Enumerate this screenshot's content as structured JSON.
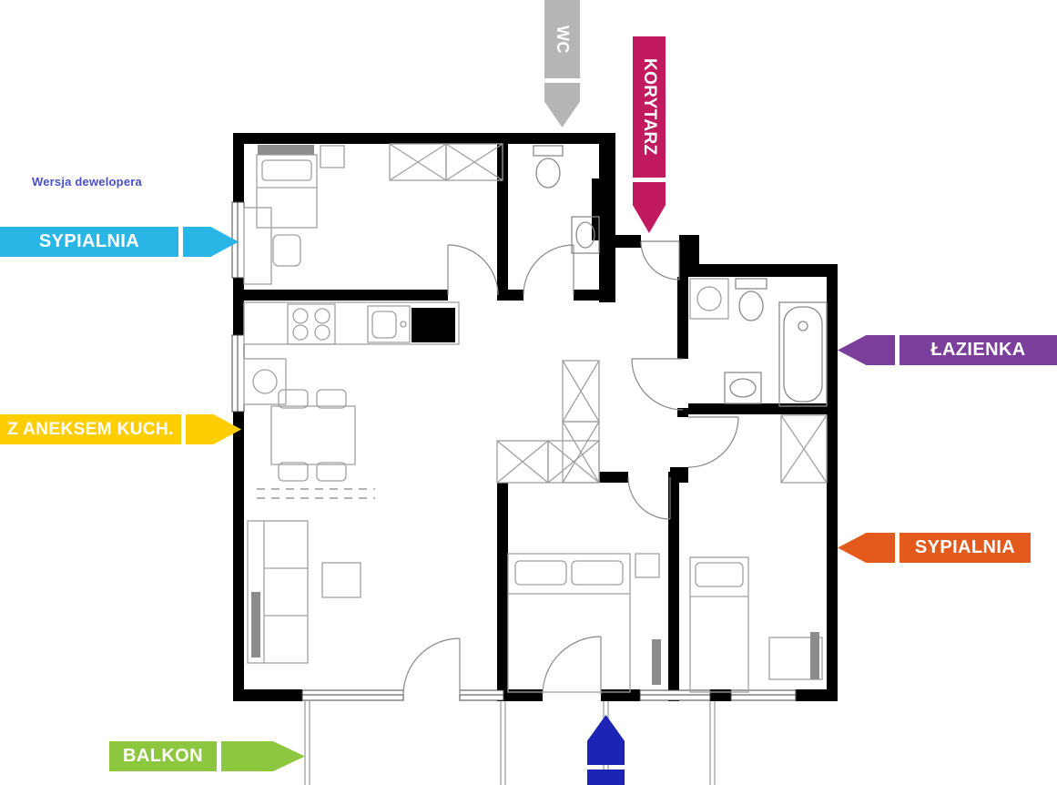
{
  "note": {
    "text": "Wersja dewelopera",
    "color": "#4a50c8"
  },
  "labels": {
    "bedroom_left": {
      "text": "SYPIALNIA",
      "color": "#29b6e7",
      "direction": "right"
    },
    "living_kitchen": {
      "text": "Z ANEKSEM KUCH.",
      "color": "#ffce00",
      "direction": "right"
    },
    "balcony": {
      "text": "BALKON",
      "color": "#8dc63f",
      "direction": "right"
    },
    "wc": {
      "text": "WC",
      "color": "#b5b5b5",
      "direction": "down"
    },
    "corridor": {
      "text": "KORYTARZ",
      "color": "#c11a5e",
      "direction": "down"
    },
    "bathroom": {
      "text": "ŁAZIENKA",
      "color": "#7b3f9b",
      "direction": "left"
    },
    "bedroom_right": {
      "text": "SYPIALNIA",
      "color": "#e45a1d",
      "direction": "left"
    },
    "entrance": {
      "text": "",
      "color": "#1d23b4",
      "direction": "up"
    }
  },
  "plan_colors": {
    "wall": "#000000",
    "furniture_line": "#a0a0a0"
  }
}
